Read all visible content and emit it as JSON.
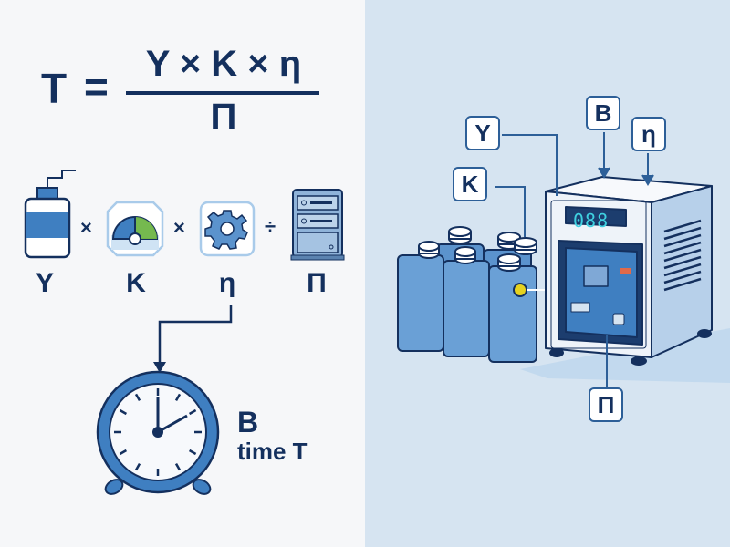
{
  "formula": {
    "lhs": "T",
    "equals": "=",
    "numerator": "Y × K × η",
    "denominator": "Π"
  },
  "factors": [
    {
      "symbol": "Y",
      "icon": "battery-icon"
    },
    {
      "symbol": "K",
      "icon": "gauge-icon"
    },
    {
      "symbol": "η",
      "icon": "gear-icon"
    },
    {
      "symbol": "Π",
      "icon": "server-icon"
    }
  ],
  "operators": [
    "×",
    "×",
    "÷"
  ],
  "result": {
    "icon": "clock-icon",
    "line1": "B",
    "line2": "time T"
  },
  "device": {
    "display_value": "088",
    "labels": {
      "Y": "Y",
      "K": "K",
      "B": "B",
      "eta": "η",
      "Pi": "Π"
    }
  },
  "colors": {
    "navy": "#14305e",
    "blue": "#3f7fc1",
    "light_blue": "#a9cbea",
    "green": "#7bc043",
    "display": "#3fd0e0",
    "yellow": "#e6d21f",
    "right_bg": "#d6e4f1"
  }
}
